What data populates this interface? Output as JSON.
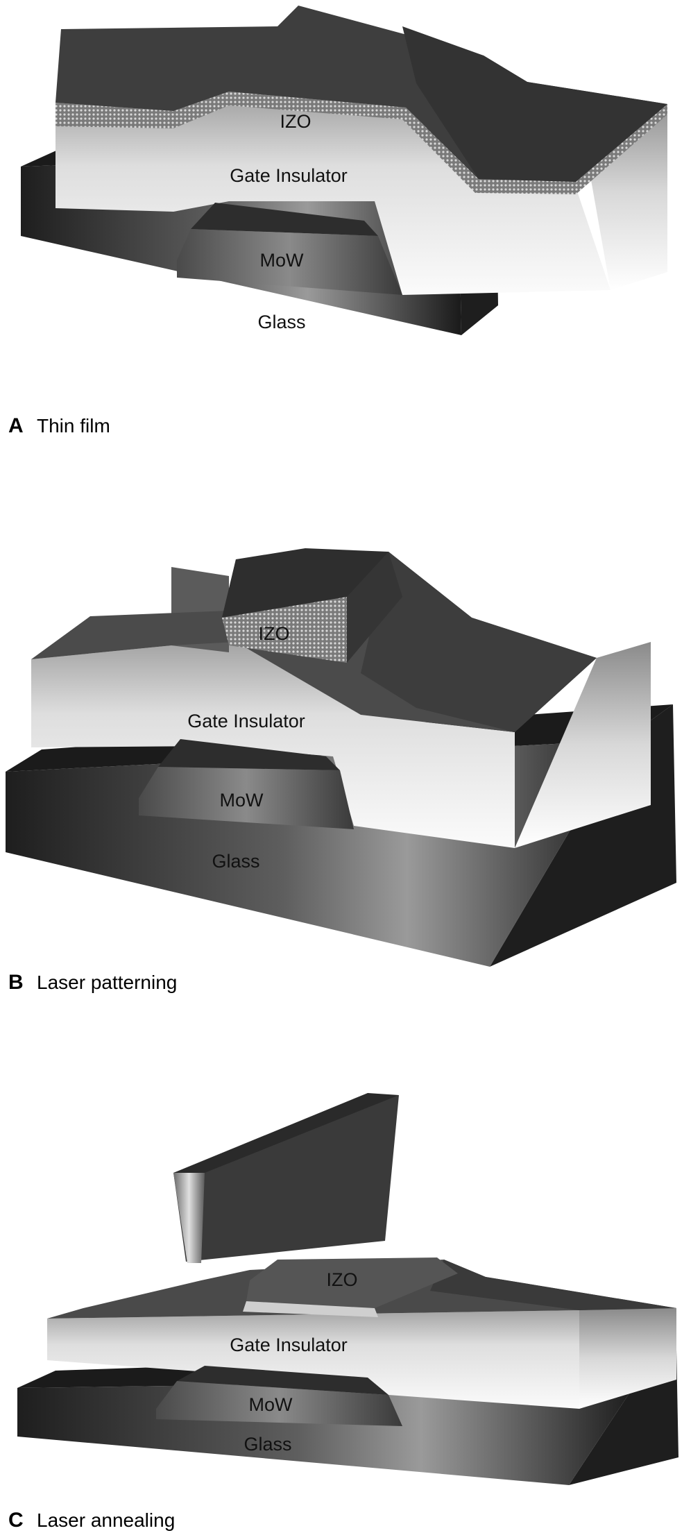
{
  "panels": [
    {
      "letter": "A",
      "caption": "Thin film",
      "labels": {
        "izo": "IZO",
        "gate_insulator": "Gate Insulator",
        "mow": "MoW",
        "glass": "Glass"
      }
    },
    {
      "letter": "B",
      "caption": "Laser patterning",
      "labels": {
        "izo": "IZO",
        "gate_insulator": "Gate Insulator",
        "mow": "MoW",
        "glass": "Glass"
      }
    },
    {
      "letter": "C",
      "caption": "Laser annealing",
      "labels": {
        "izo": "IZO",
        "gate_insulator": "Gate Insulator",
        "mow": "MoW",
        "glass": "Glass"
      }
    }
  ]
}
